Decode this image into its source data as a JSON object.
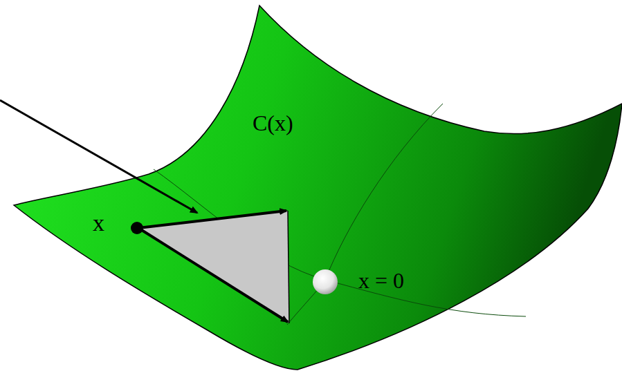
{
  "diagram": {
    "labels": [
      "C(x)",
      "x",
      "x = 0"
    ]
  }
}
